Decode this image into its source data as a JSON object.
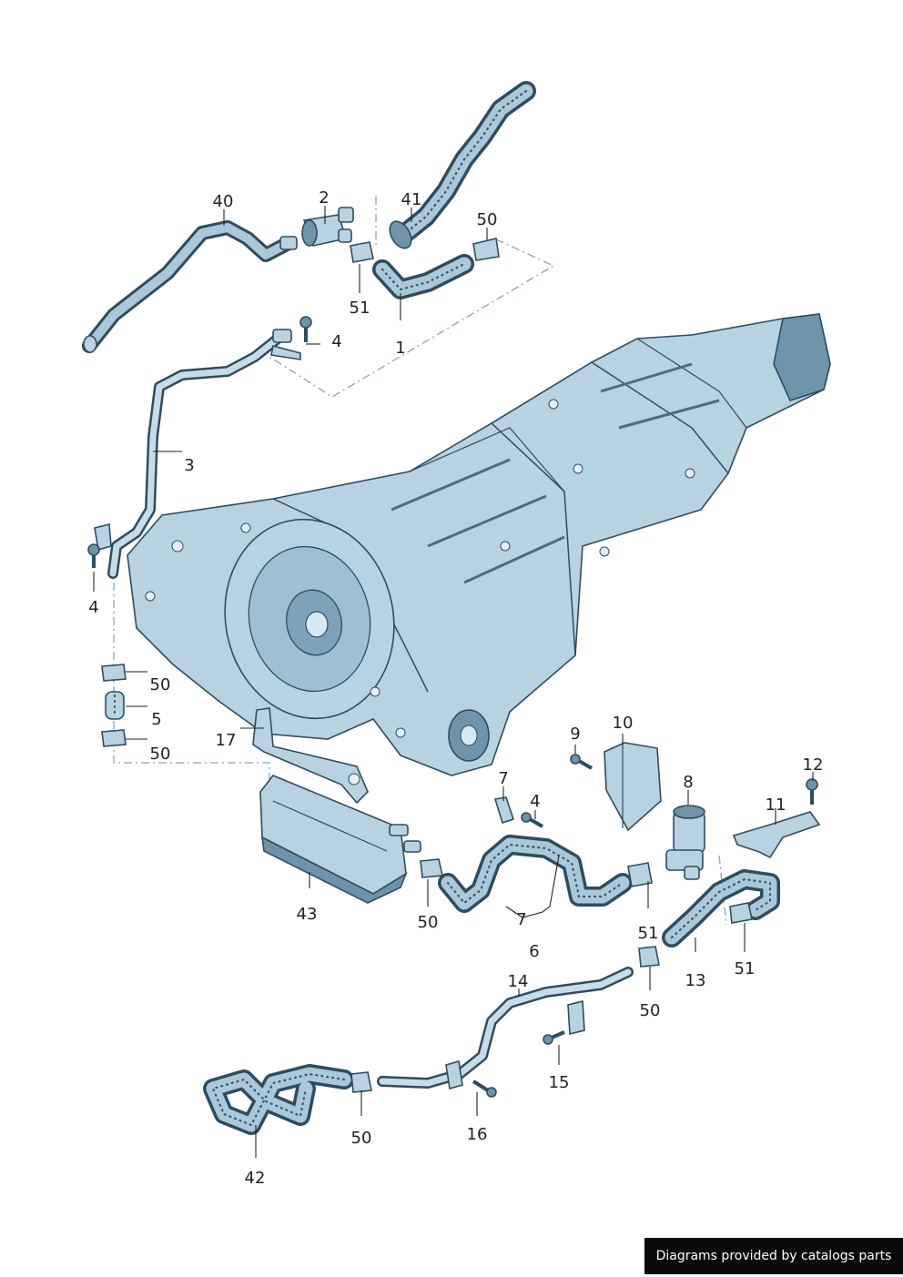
{
  "callouts": {
    "c40": "40",
    "c2": "2",
    "c41": "41",
    "c50_top": "50",
    "c51_top": "51",
    "c1": "1",
    "c4_top": "4",
    "c3": "3",
    "c4_left": "4",
    "c50_left_a": "50",
    "c5": "5",
    "c50_left_b": "50",
    "c17": "17",
    "c43": "43",
    "c9": "9",
    "c10": "10",
    "c7_a": "7",
    "c4_mid": "4",
    "c8": "8",
    "c12": "12",
    "c11": "11",
    "c50_mid": "50",
    "c7_b": "7",
    "c6": "6",
    "c51_mid": "51",
    "c13": "13",
    "c51_right": "51",
    "c14": "14",
    "c50_lower": "50",
    "c15": "15",
    "c50_bottom": "50",
    "c16": "16",
    "c42": "42"
  },
  "footer": {
    "credit": "Diagrams provided by catalogs parts"
  },
  "colors": {
    "part_fill": "#b7d2e1",
    "part_outline": "#2f4c5e",
    "dash_line": "#8aa4b5",
    "credit_bg": "#0a0a0a"
  }
}
